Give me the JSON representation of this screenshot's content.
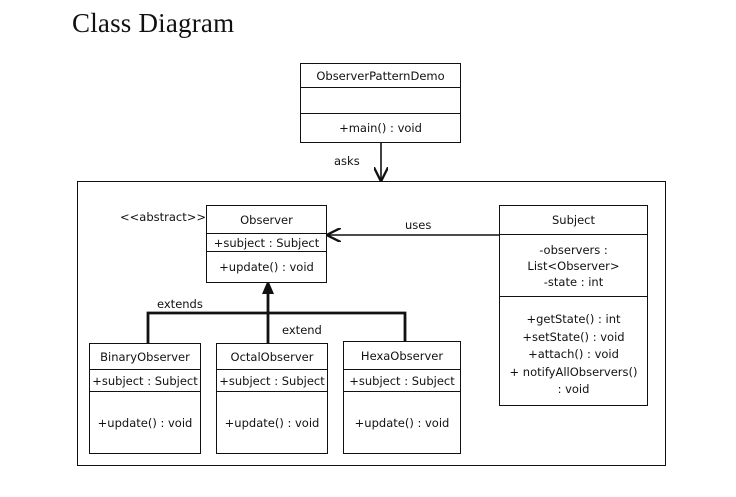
{
  "title": "Class Diagram",
  "classes": {
    "demo": {
      "name": "ObserverPatternDemo",
      "attributes": [],
      "methods": [
        "+main()  : void"
      ]
    },
    "observer": {
      "stereotype": "<<abstract>>",
      "name": "Observer",
      "attributes": [
        "+subject  : Subject"
      ],
      "methods": [
        "+update()  : void"
      ]
    },
    "subject": {
      "name": "Subject",
      "attributes": [
        "-observers  :",
        "List<Observer>",
        "-state : int"
      ],
      "methods": [
        "+getState() : int",
        "+setState() : void",
        "+attach() : void",
        "+ notifyAllObservers()",
        ": void"
      ]
    },
    "binary": {
      "name": "BinaryObserver",
      "attributes": [
        "+subject  : Subject"
      ],
      "methods": [
        "+update()  : void"
      ]
    },
    "octal": {
      "name": "OctalObserver",
      "attributes": [
        "+subject  : Subject"
      ],
      "methods": [
        "+update()  : void"
      ]
    },
    "hexa": {
      "name": "HexaObserver",
      "attributes": [
        "+subject  : Subject"
      ],
      "methods": [
        "+update()  : void"
      ]
    }
  },
  "relations": {
    "asks": "asks",
    "uses": "uses",
    "extends": "extends",
    "extend": "extend"
  }
}
